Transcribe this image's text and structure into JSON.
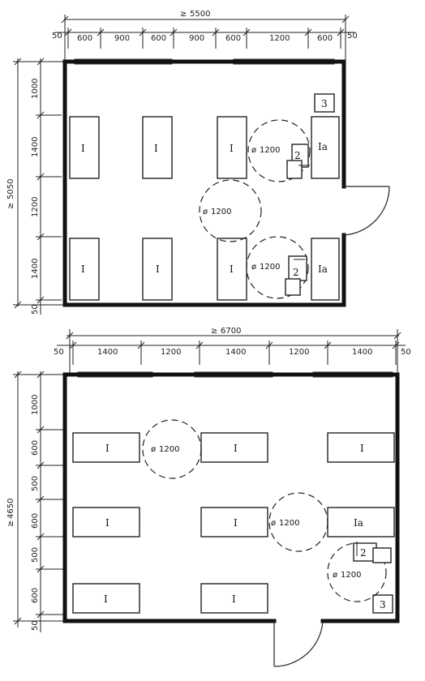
{
  "plan_top": {
    "total_width": "5500",
    "total_depth": "5050",
    "width_segments": [
      "50",
      "600",
      "900",
      "600",
      "900",
      "600",
      "1200",
      "600",
      "50"
    ],
    "depth_segments": [
      "1000",
      "1400",
      "1200",
      "1400",
      "50"
    ],
    "circles": [
      "1200",
      "1200",
      "1200"
    ],
    "labels": {
      "one": "I",
      "one_a": "Ia",
      "two": "2",
      "three": "3"
    }
  },
  "plan_bottom": {
    "total_width": "6700",
    "total_depth": "4650",
    "width_segments": [
      "50",
      "1400",
      "1200",
      "1400",
      "1200",
      "1400",
      "50"
    ],
    "depth_segments": [
      "1000",
      "600",
      "500",
      "600",
      "500",
      "600",
      "50"
    ],
    "circles": [
      "1200",
      "1200",
      "1200"
    ],
    "labels": {
      "one": "I",
      "one_a": "Ia",
      "two": "2",
      "three": "3"
    }
  }
}
